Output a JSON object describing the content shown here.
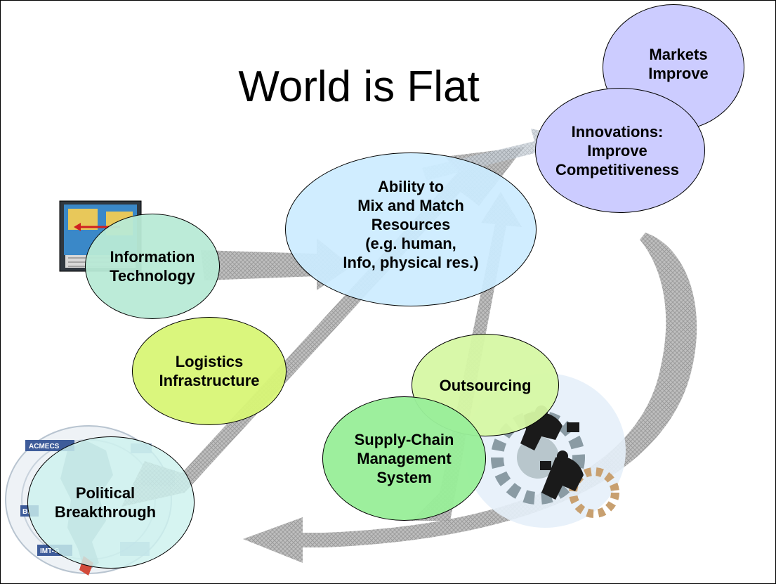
{
  "title": "World is Flat",
  "nodes": {
    "markets": "Markets\nImprove",
    "innovations": "Innovations:\nImprove\nCompetitiveness",
    "ability": "Ability to\nMix and Match\nResources\n(e.g. human,\nInfo, physical res.)",
    "information_technology": "Information\nTechnology",
    "logistics": "Logistics\nInfrastructure",
    "outsourcing": "Outsourcing",
    "supply_chain": "Supply-Chain\nManagement\nSystem",
    "political": "Political\nBreakthrough"
  },
  "map_labels": {
    "acmecs": "ACMECS",
    "bimstec": "BI",
    "imt": "IMT-G"
  },
  "icons": {
    "computer": "computer-arrow-icon",
    "businessmen": "running-businessmen-gears-icon",
    "map": "regional-map-icon"
  },
  "colors": {
    "arrow": "#a8a8a8",
    "markets": "#ccccff",
    "ability": "#cceeff",
    "logistics": "#d8f676",
    "supply_chain": "#99ee99"
  }
}
